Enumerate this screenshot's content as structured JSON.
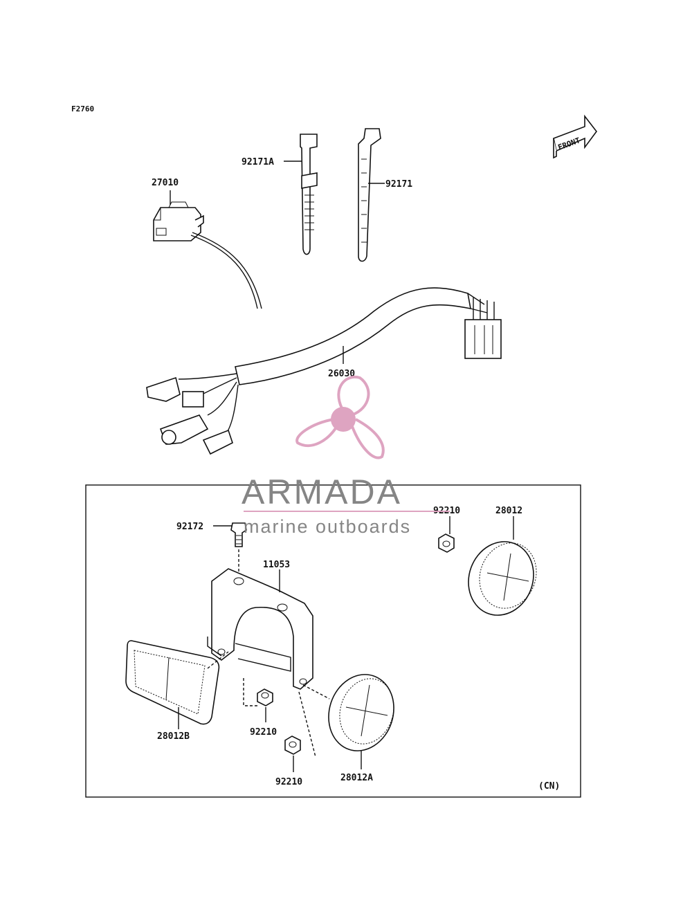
{
  "figure_code": "F2760",
  "front_label": "FRONT",
  "region_code": "(CN)",
  "watermark": {
    "brand": "ARMADA",
    "tagline": "marine outboards",
    "color": "#dda0be"
  },
  "parts": {
    "p27010": "27010",
    "p92171A": "92171A",
    "p92171": "92171",
    "p26030": "26030",
    "p92172": "92172",
    "p11053": "11053",
    "p92210_top": "92210",
    "p28012": "28012",
    "p28012B": "28012B",
    "p92210_mid": "92210",
    "p92210_bot": "92210",
    "p28012A": "28012A"
  }
}
